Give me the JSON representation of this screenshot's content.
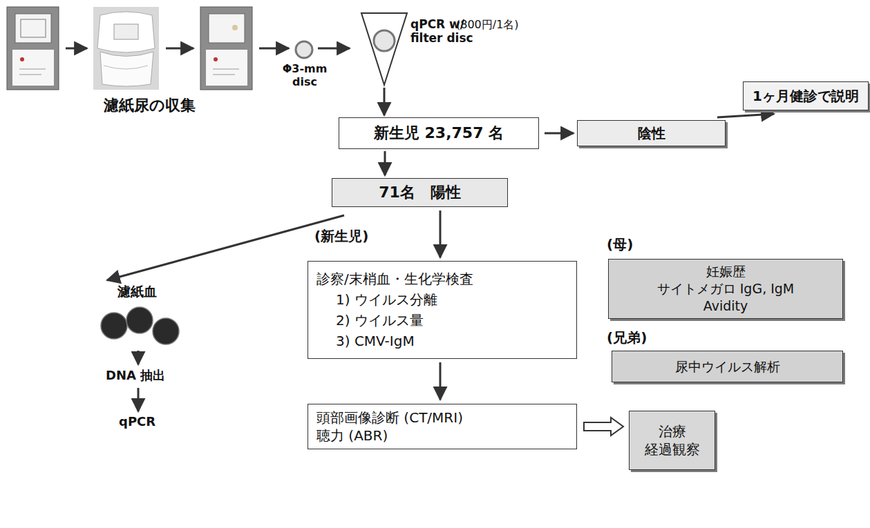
{
  "diagram": {
    "nodes": [
      {
        "text": [
          "qPCR w/ filter disc"
        ]
      },
      {
        "text": [
          "1ヶ月健診で説明"
        ]
      },
      {
        "text": [
          "新生児 23,757 名"
        ]
      },
      {
        "text": [
          "陰性"
        ]
      },
      {
        "text": [
          "71名　陽性"
        ]
      },
      {
        "text": [
          "濾紙血"
        ]
      },
      {
        "text": [
          "診察/末梢血・生化学検査",
          "1) ウイルス分離",
          "2) ウイルス量",
          "3) CMV-IgM"
        ]
      },
      {
        "text": [
          "妊娠歴",
          "サイトメガロ IgG, IgM",
          "Avidity"
        ]
      },
      {
        "text": [
          "尿中ウイルス解析"
        ]
      },
      {
        "text": [
          "頭部画像診断 (CT/MRI)",
          "聴力 (ABR)"
        ]
      },
      {
        "text": [
          "治療",
          "経過観察"
        ]
      }
    ],
    "edges": [
      {
        "from": 0,
        "to": 2,
        "arrow": "to"
      },
      {
        "from": 2,
        "to": 3,
        "arrow": "to"
      },
      {
        "from": 3,
        "to": 1,
        "arrow": "to"
      },
      {
        "from": 2,
        "to": 4,
        "arrow": "to"
      },
      {
        "from": 4,
        "to": 5,
        "arrow": "to"
      },
      {
        "from": 4,
        "to": 6,
        "arrow": "to"
      },
      {
        "from": 6,
        "to": 9,
        "arrow": "to"
      },
      {
        "from": 9,
        "to": 10,
        "arrow": "to"
      }
    ],
    "labels": [
      "濾紙尿の収集",
      "Φ3-mm disc",
      "(800円/1名)",
      "(新生児)",
      "(母)",
      "(兄弟)",
      "DNA 抽出",
      "qPCR"
    ]
  }
}
